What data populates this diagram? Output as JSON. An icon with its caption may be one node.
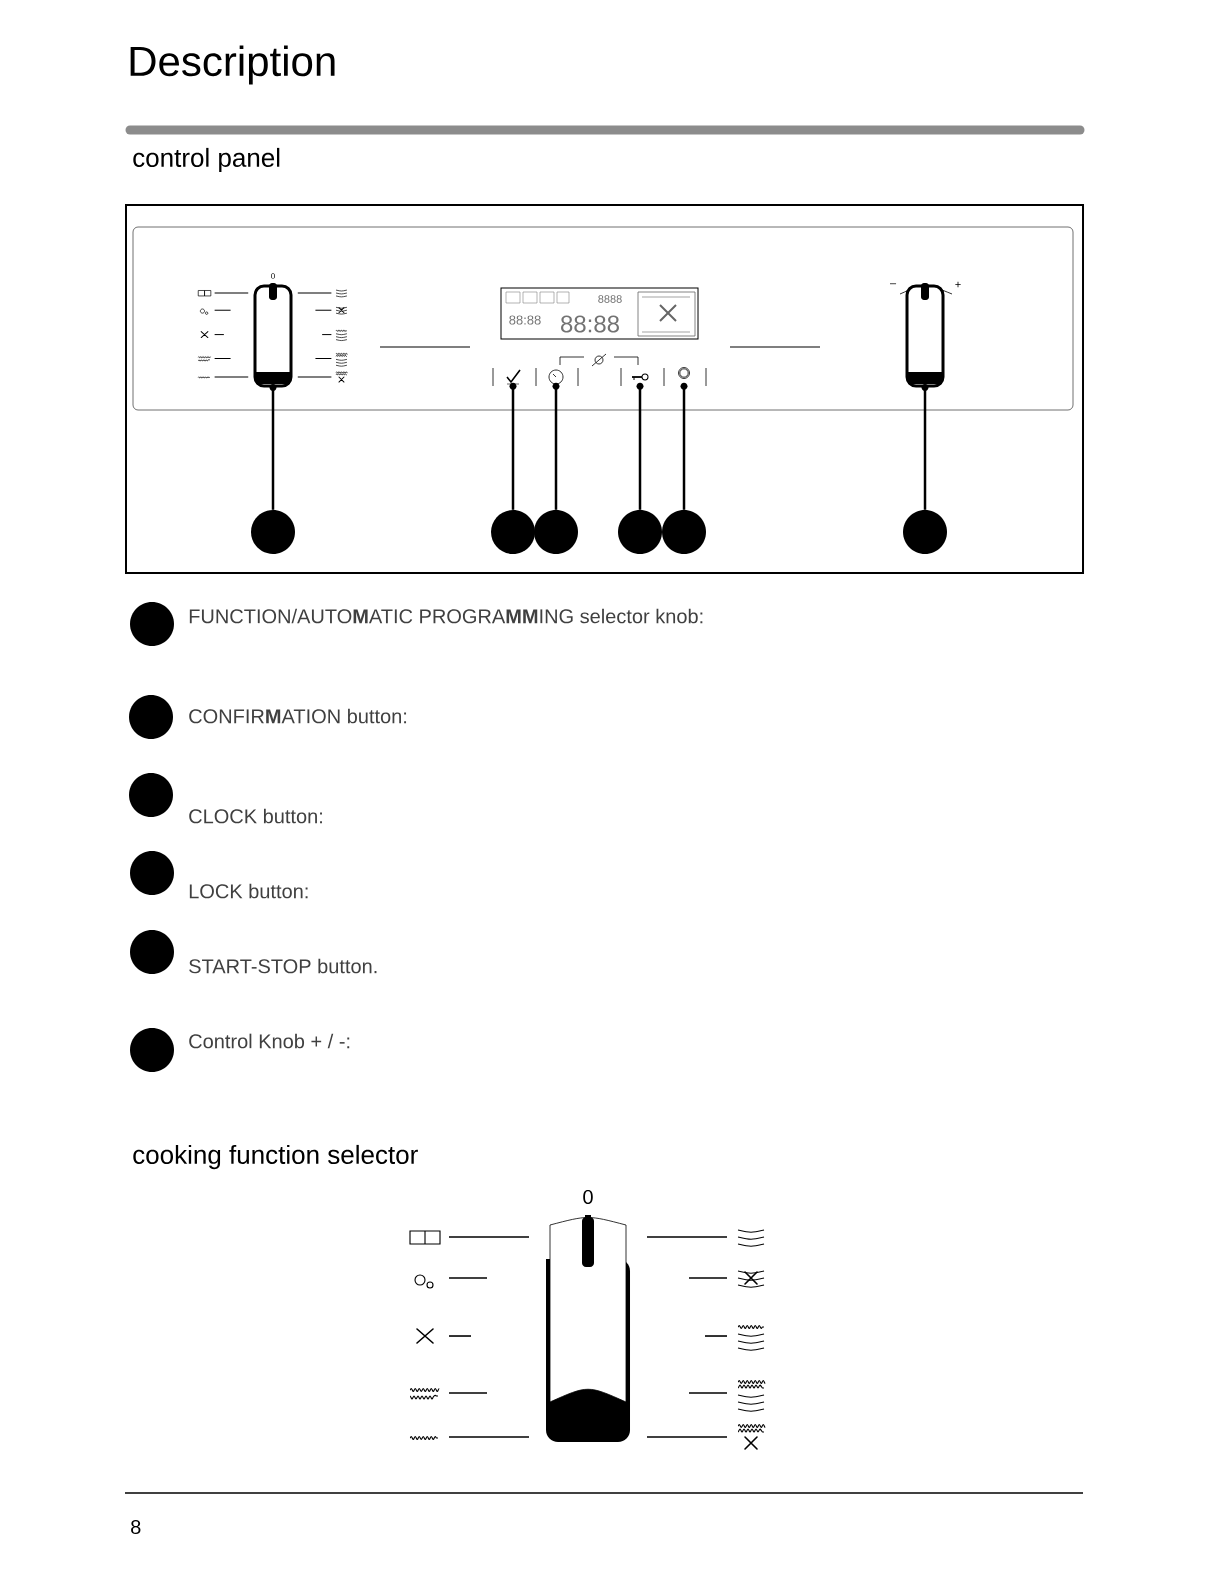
{
  "diagram": {
    "title": "Description",
    "nodes": [
      {
        "text": [],
        "shape": "knob",
        "beside": [
          "0"
        ]
      },
      {
        "text": [],
        "shape": "button"
      },
      {
        "text": [],
        "shape": "button"
      },
      {
        "text": [],
        "shape": "button"
      },
      {
        "text": [],
        "shape": "button"
      },
      {
        "text": [],
        "shape": "knob"
      },
      {
        "text": [],
        "shape": "circle"
      },
      {
        "text": [],
        "shape": "circle"
      },
      {
        "text": [],
        "shape": "circle"
      },
      {
        "text": [],
        "shape": "circle"
      },
      {
        "text": [],
        "shape": "circle"
      },
      {
        "text": [],
        "shape": "circle"
      },
      {
        "text": [],
        "shape": "circle",
        "beside": [
          "FUNCTION/AUTO**M**ATIC PROGRA**MM**ING selector knob:"
        ]
      },
      {
        "text": [],
        "shape": "circle",
        "beside": [
          "CONFIR**M**ATION button:"
        ]
      },
      {
        "text": [],
        "shape": "circle",
        "beside": [
          "CLOCK button:"
        ]
      },
      {
        "text": [],
        "shape": "circle",
        "beside": [
          "LOCK button:"
        ]
      },
      {
        "text": [],
        "shape": "circle",
        "beside": [
          "START-STOP button."
        ]
      },
      {
        "text": [],
        "shape": "circle",
        "beside": [
          "Control Knob + / -:"
        ]
      }
    ],
    "edges": [
      {
        "from": 6,
        "to": 0,
        "arrow": "none"
      },
      {
        "from": 7,
        "to": 1,
        "arrow": "none"
      },
      {
        "from": 8,
        "to": 2,
        "arrow": "none"
      },
      {
        "from": 9,
        "to": 3,
        "arrow": "none"
      },
      {
        "from": 10,
        "to": 4,
        "arrow": "none"
      },
      {
        "from": 11,
        "to": 5,
        "arrow": "none"
      }
    ],
    "labels": [
      "control panel",
      "–",
      "+",
      "8888",
      "88:88",
      "88:88",
      "cooking function selector",
      "0",
      "8"
    ]
  }
}
